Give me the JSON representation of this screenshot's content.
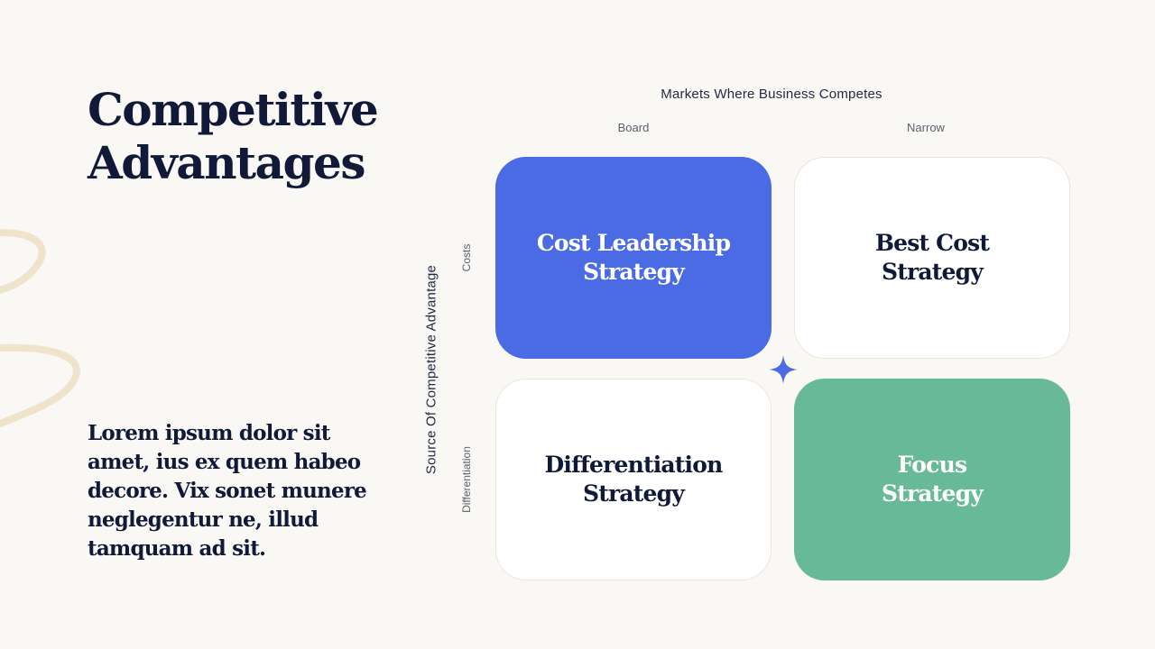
{
  "title": {
    "line1": "Competitive",
    "line2": "Advantages"
  },
  "body_text": "Lorem ipsum dolor sit amet, ius ex quem habeo decore. Vix sonet munere neglegentur ne, illud tamquam ad sit.",
  "x_axis": {
    "title": "Markets Where Business Competes",
    "columns": [
      "Board",
      "Narrow"
    ]
  },
  "y_axis": {
    "title": "Source Of Competitive Advantage",
    "rows": [
      "Costs",
      "Differentiation"
    ]
  },
  "cards": [
    {
      "line1": "Cost Leadership",
      "line2": "Strategy",
      "color": "#4a6be4"
    },
    {
      "line1": "Best Cost",
      "line2": "Strategy",
      "color": "#ffffff"
    },
    {
      "line1": "Differentiation",
      "line2": "Strategy",
      "color": "#ffffff"
    },
    {
      "line1": "Focus",
      "line2": "Strategy",
      "color": "#68b995"
    }
  ],
  "colors": {
    "background": "#faf8f5",
    "text": "#101a38",
    "accent_blue": "#4a6be4",
    "accent_green": "#68b995",
    "decoration": "#f0e3cc"
  },
  "icons": {
    "center_mark": "sparkle-icon",
    "decoration": "wavy-line-decoration"
  }
}
